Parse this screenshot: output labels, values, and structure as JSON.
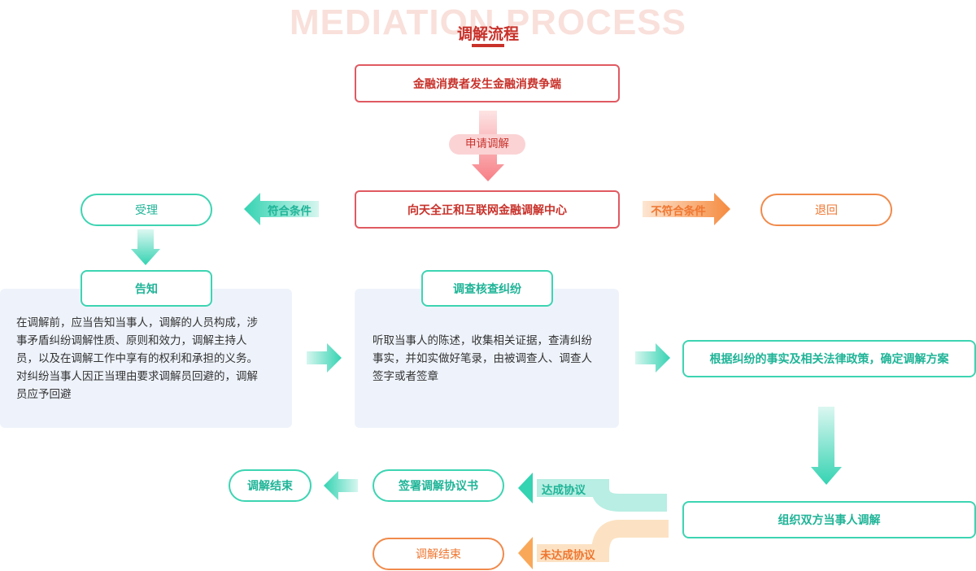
{
  "header": {
    "bg_title": "MEDIATION PROCESS",
    "title": "调解流程"
  },
  "nodes": {
    "dispute": "金融消费者发生金融消费争端",
    "center": "向天全正和互联网金融调解中心",
    "accept": "受理",
    "reject": "退回",
    "notify": "告知",
    "investigate": "调查核查纠纷",
    "plan": "根据纠纷的事实及相关法律政策，确定调解方案",
    "organize": "组织双方当事人调解",
    "sign": "签署调解协议书",
    "end_success": "调解结束",
    "end_fail": "调解结束"
  },
  "texts": {
    "notify_lines": [
      "在调解前，应当告知当事人，调解的人员构成，涉",
      "事矛盾纠纷调解性质、原则和效力，调解主持人",
      "员，以及在调解工作中享有的权利和承担的义务。",
      "对纠纷当事人因正当理由要求调解员回避的，调解",
      "员应予回避"
    ],
    "investigate_lines": [
      "听取当事人的陈述，收集相关证据，查清纠纷",
      "事实，并如实做好笔录，由被调查人、调查人",
      "签字或者签章"
    ]
  },
  "labels": {
    "apply": "申请调解",
    "qualified": "符合条件",
    "not_qualified": "不符合条件",
    "agreed": "达成协议",
    "not_agreed": "未达成协议"
  },
  "colors": {
    "red": "#c8322b",
    "teal": "#1fb497",
    "orange": "#ef7630",
    "panel": "#eef3fb"
  }
}
